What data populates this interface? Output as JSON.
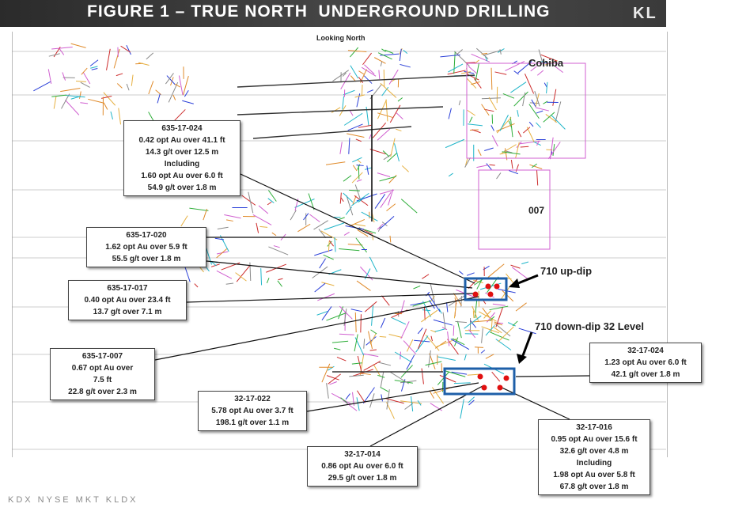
{
  "title": "FIGURE 1 – TRUE NORTH  UNDERGROUND DRILLING",
  "logo_text": "KL",
  "view_label": "Looking North",
  "map_labels": {
    "cohiba": "Cohiba",
    "zone_007": "007",
    "up_dip": "710 up-dip",
    "down_dip": "710 down-dip 32 Level"
  },
  "callouts": [
    {
      "hole": "635-17-024",
      "lines": [
        "0.42 opt Au  over 41.1 ft",
        "14.3 g/t  over 12.5 m",
        "Including",
        "1.60 opt Au over 6.0 ft",
        "54.9 g/t over 1.8 m"
      ]
    },
    {
      "hole": "635-17-020",
      "lines": [
        "1.62 opt Au  over 5.9 ft",
        "55.5 g/t  over 1.8 m"
      ]
    },
    {
      "hole": "635-17-017",
      "lines": [
        "0.40 opt Au over 23.4 ft",
        "13.7 g/t over 7.1 m"
      ]
    },
    {
      "hole": "635-17-007",
      "lines": [
        "0.67 opt Au over",
        "7.5 ft",
        "22.8 g/t over 2.3 m"
      ]
    },
    {
      "hole": "32-17-024",
      "lines": [
        "1.23 opt Au over 6.0 ft",
        "42.1 g/t over 1.8 m"
      ]
    },
    {
      "hole": "32-17-022",
      "lines": [
        "5.78 opt Au over 3.7 ft",
        "198.1 g/t over 1.1 m"
      ]
    },
    {
      "hole": "32-17-014",
      "lines": [
        "0.86 opt Au over 6.0 ft",
        "29.5 g/t over 1.8 m"
      ]
    },
    {
      "hole": "32-17-016",
      "lines": [
        "0.95 opt Au over 15.6 ft",
        "32.6 g/t over 4.8 m",
        "Including",
        "1.98 opt Au over 5.8 ft",
        "67.8 g/t over 1.8 m"
      ]
    }
  ],
  "footer": "KDX    NYSE MKT KLDX",
  "colors": {
    "title_bg": "#3a3a3a",
    "highlight_box": "#1e5fa8",
    "intercept": "#e01010"
  }
}
